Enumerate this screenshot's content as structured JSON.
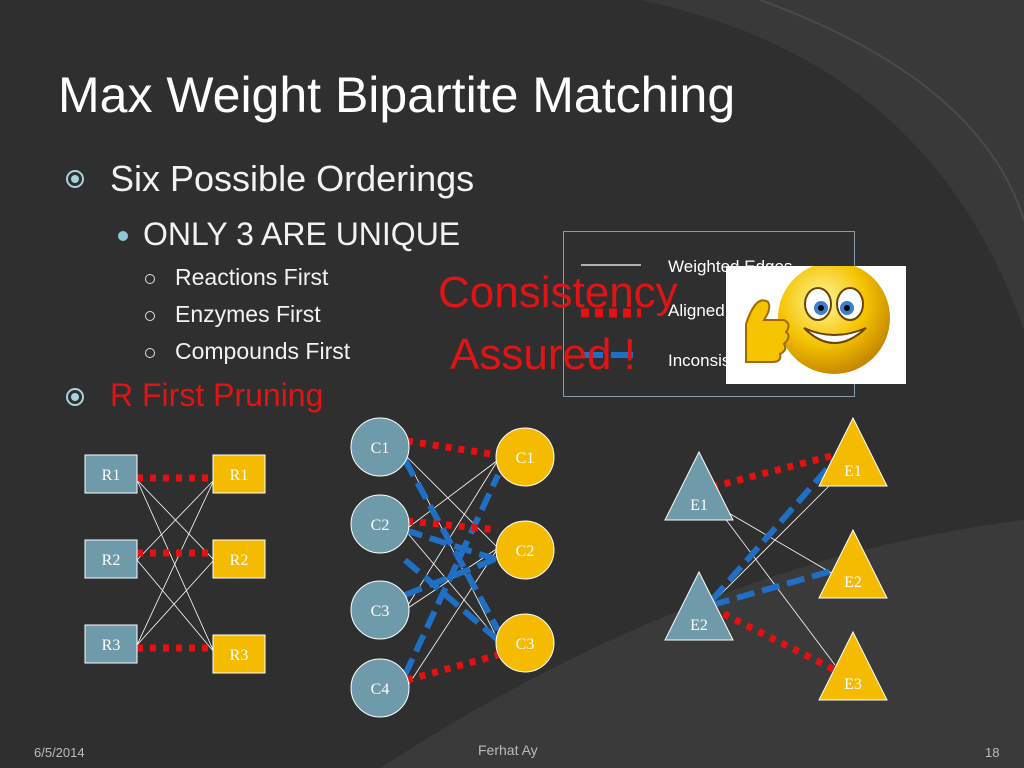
{
  "slide": {
    "title": "Max Weight Bipartite Matching",
    "bullets": {
      "b1": "Six Possible Orderings",
      "b1_sub": "ONLY 3 ARE UNIQUE",
      "b1_items": [
        "Reactions First",
        "Enzymes First",
        "Compounds First"
      ],
      "b2": "R First Pruning"
    },
    "legend": {
      "items": [
        "Weighted Edges",
        "Aligned Entities",
        "Inconsistent Edges"
      ]
    },
    "callout": {
      "line1": "Consistency",
      "line2": "Assured !"
    },
    "footer": {
      "date": "6/5/2014",
      "author": "Ferhat Ay",
      "page": "18"
    }
  },
  "diagram": {
    "reactions_left": [
      "R1",
      "R2",
      "R3"
    ],
    "reactions_right": [
      "R1",
      "R2",
      "R3"
    ],
    "compounds_left": [
      "C1",
      "C2",
      "C3",
      "C4"
    ],
    "compounds_right": [
      "C1",
      "C2",
      "C3"
    ],
    "enzymes_left": [
      "E1",
      "E2"
    ],
    "enzymes_right": [
      "E1",
      "E2",
      "E3"
    ]
  },
  "colors": {
    "background": "#2f2f2f",
    "node_blue": "#6e9aaa",
    "node_yellow": "#f5bb00",
    "aligned_red": "#e51010",
    "inconsistent_blue": "#1f6fc4",
    "title_red": "#e01414"
  }
}
